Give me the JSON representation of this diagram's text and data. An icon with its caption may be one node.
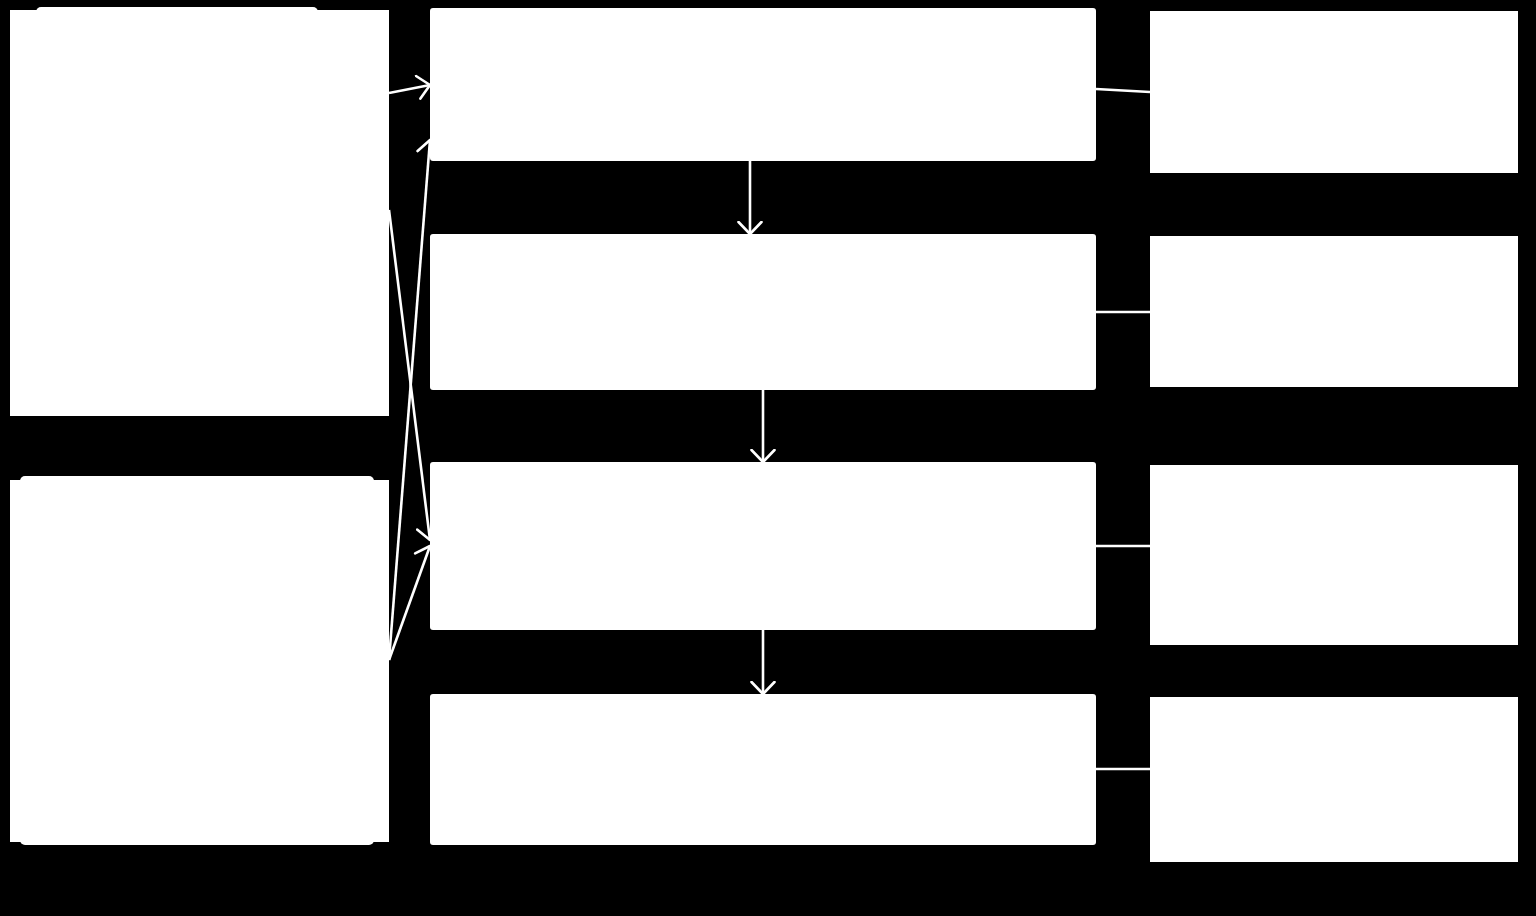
{
  "diagram": {
    "nodes": [
      {
        "text": [],
        "shape": "box"
      },
      {
        "text": [],
        "shape": "box"
      },
      {
        "text": [],
        "shape": "box"
      },
      {
        "text": [],
        "shape": "box"
      },
      {
        "text": [],
        "shape": "box"
      },
      {
        "text": [],
        "shape": "box"
      },
      {
        "text": [],
        "shape": "box"
      },
      {
        "text": [],
        "shape": "box"
      },
      {
        "text": [],
        "shape": "box"
      },
      {
        "text": [],
        "shape": "box"
      }
    ],
    "edges": [
      {
        "from": 0,
        "to": 2,
        "arrow": "to"
      },
      {
        "from": 0,
        "to": 4,
        "arrow": "to"
      },
      {
        "from": 1,
        "to": 2,
        "arrow": "to"
      },
      {
        "from": 1,
        "to": 4,
        "arrow": "to"
      },
      {
        "from": 2,
        "to": 3,
        "arrow": "to"
      },
      {
        "from": 3,
        "to": 4,
        "arrow": "to"
      },
      {
        "from": 4,
        "to": 5,
        "arrow": "to"
      },
      {
        "from": 2,
        "to": 6,
        "arrow": "none"
      },
      {
        "from": 3,
        "to": 7,
        "arrow": "none"
      },
      {
        "from": 4,
        "to": 8,
        "arrow": "none"
      },
      {
        "from": 5,
        "to": 9,
        "arrow": "none"
      }
    ]
  }
}
